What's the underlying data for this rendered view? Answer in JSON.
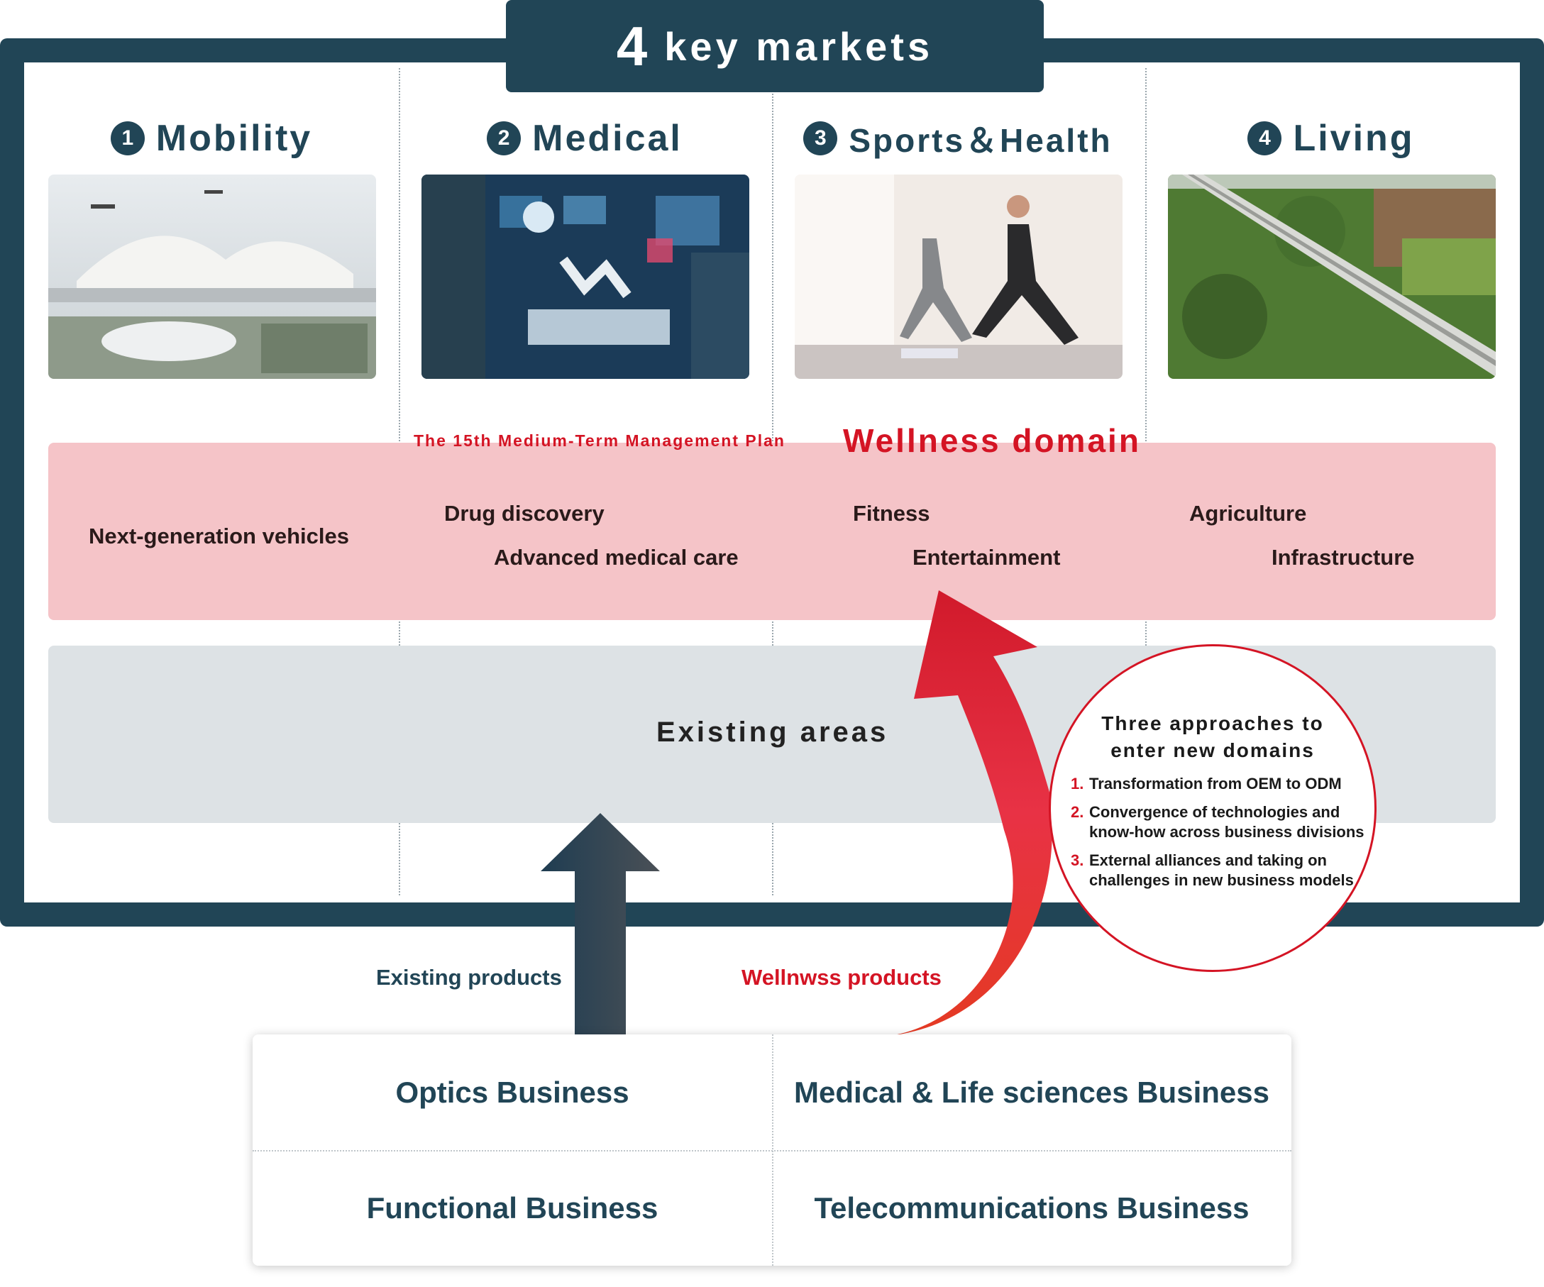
{
  "header": {
    "title_number": "4",
    "title_text": "key markets"
  },
  "markets": [
    {
      "num": "1",
      "label": "Mobility",
      "photo": "futuristic-mobility-hub-photo"
    },
    {
      "num": "2",
      "label": "Medical",
      "photo": "robotic-surgery-photo"
    },
    {
      "num": "3",
      "label": "Sports＆Health",
      "photo": "yoga-class-photo"
    },
    {
      "num": "4",
      "label": "Living",
      "photo": "highway-bridge-aerial-photo"
    }
  ],
  "wellness": {
    "plan_label": "The 15th Medium-Term Management Plan",
    "title": "Wellness domain",
    "items": [
      "Next-generation vehicles",
      "Drug discovery",
      "Advanced medical care",
      "Fitness",
      "Entertainment",
      "Agriculture",
      "Infrastructure"
    ]
  },
  "existing": {
    "label": "Existing areas"
  },
  "approaches": {
    "title_line1": "Three approaches to",
    "title_line2": "enter new domains",
    "items": [
      {
        "n": "1.",
        "text": "Transformation from OEM to ODM"
      },
      {
        "n": "2.",
        "text": "Convergence of technologies and know-how across business divisions"
      },
      {
        "n": "3.",
        "text": "External alliances and taking on challenges in new business models"
      }
    ]
  },
  "products": {
    "existing": "Existing products",
    "wellness": "Wellnwss products"
  },
  "businesses": [
    "Optics Business",
    "Medical & Life sciences Business",
    "Functional Business",
    "Telecommunications Business"
  ],
  "colors": {
    "navy": "#214556",
    "red": "#d41424",
    "wellness_band": "#f5c4c8",
    "existing_band": "#dde2e5"
  }
}
